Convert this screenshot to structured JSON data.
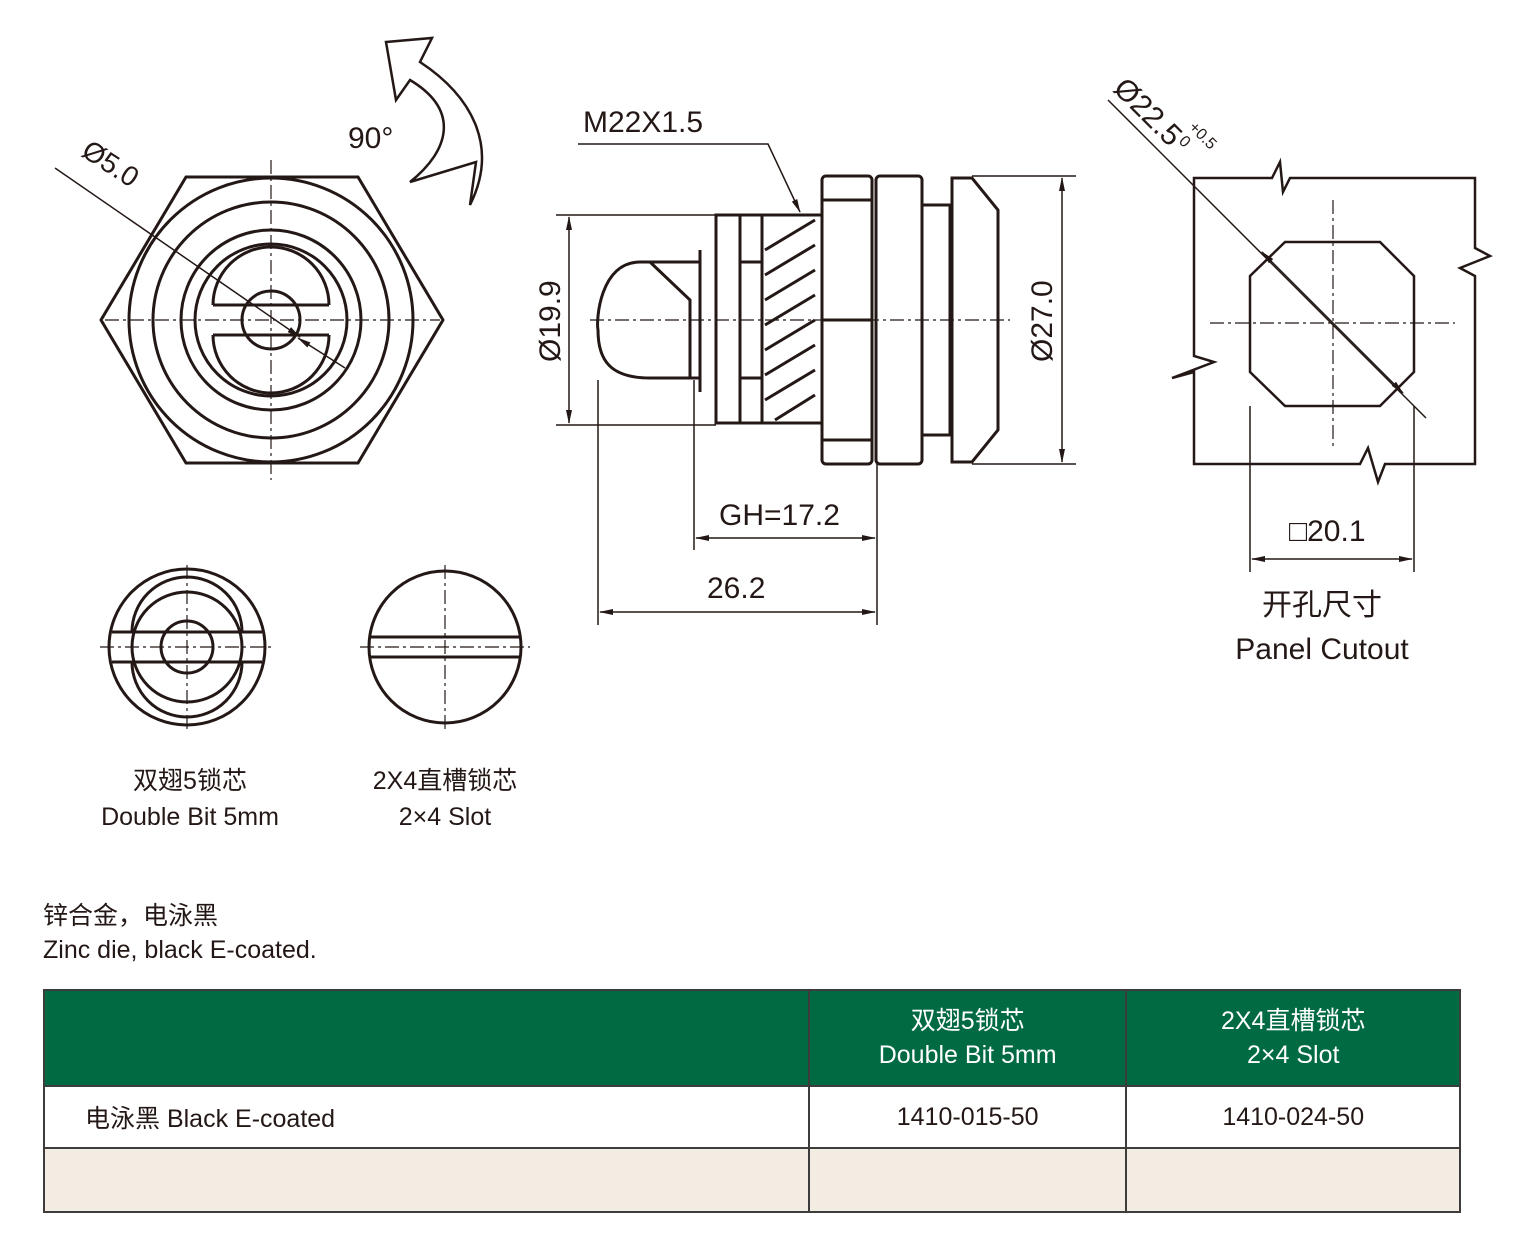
{
  "drawing": {
    "front_view": {
      "rotation_label": "90°",
      "hole_label": "Ø5.0"
    },
    "side_view": {
      "thread_label": "M22X1.5",
      "plug_diameter_label": "Ø19.9",
      "nut_diameter_label": "Ø27.0",
      "grip_label": "GH=17.2",
      "length_label": "26.2"
    },
    "cutout_view": {
      "diameter_label": "Ø22.5",
      "tol_upper": "+0.5",
      "tol_lower": "0",
      "square_label": "□20.1",
      "caption_cn": "开孔尺寸",
      "caption_en": "Panel Cutout"
    }
  },
  "cores": [
    {
      "cn": "双翅5锁芯",
      "en": "Double Bit 5mm"
    },
    {
      "cn": "2X4直槽锁芯",
      "en": "2×4 Slot"
    }
  ],
  "material": {
    "cn": "锌合金，电泳黑",
    "en": "Zinc die, black E-coated."
  },
  "table": {
    "headers": [
      {
        "cn": "",
        "en": ""
      },
      {
        "cn": "双翅5锁芯",
        "en": "Double Bit 5mm"
      },
      {
        "cn": "2X4直槽锁芯",
        "en": "2×4 Slot"
      }
    ],
    "rows": [
      [
        "电泳黑 Black E-coated",
        "1410-015-50",
        "1410-024-50"
      ],
      [
        "",
        "",
        ""
      ]
    ]
  },
  "colors": {
    "header_bg": "#006a43",
    "empty_row_bg": "#f3ece3",
    "line": "#231815"
  }
}
